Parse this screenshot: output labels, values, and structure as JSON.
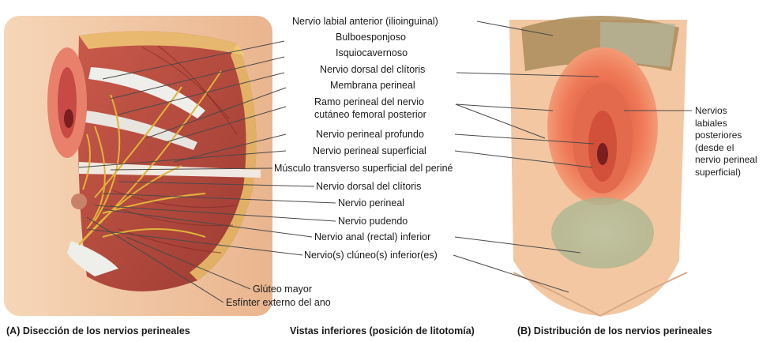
{
  "labels": {
    "n_labial_anterior": "Nervio labial anterior (ilioinguinal)",
    "bulboesponjoso": "Bulboesponjoso",
    "isquiocavernoso": "Isquiocavernoso",
    "n_dorsal_clitoris_1": "Nervio dorsal del clítoris",
    "membrana_perineal": "Membrana perineal",
    "ramo_perineal_1": "Ramo perineal del nervio",
    "ramo_perineal_2": "cutáneo femoral posterior",
    "n_perineal_profundo": "Nervio perineal profundo",
    "n_perineal_superficial": "Nervio perineal superficial",
    "musculo_transverso": "Músculo transverso superficial del periné",
    "n_dorsal_clitoris_2": "Nervio dorsal del clítoris",
    "n_perineal": "Nervio perineal",
    "n_pudendo": "Nervio pudendo",
    "n_anal_inferior": "Nervio anal (rectal) inferior",
    "n_cluneos": "Nervio(s) clúneo(s) inferior(es)",
    "gluteo_mayor": "Glúteo mayor",
    "esfinter": "Esfínter externo del ano"
  },
  "side_label": {
    "line1": "Nervios",
    "line2": "labiales",
    "line3": "posteriores",
    "line4": "(desde el",
    "line5": "nervio perineal",
    "line6": "superficial)"
  },
  "captions": {
    "a": "(A) Disección de los nervios perineales",
    "center": "Vistas inferiores (posición de litotomía)",
    "b": "(B) Distribución de los nervios perineales"
  },
  "colors": {
    "muscle": "#b5473e",
    "skin": "#f3c7a2",
    "nerve": "#e0b33a",
    "vulva": "#e8664d",
    "leader": "#4a4a4a"
  }
}
